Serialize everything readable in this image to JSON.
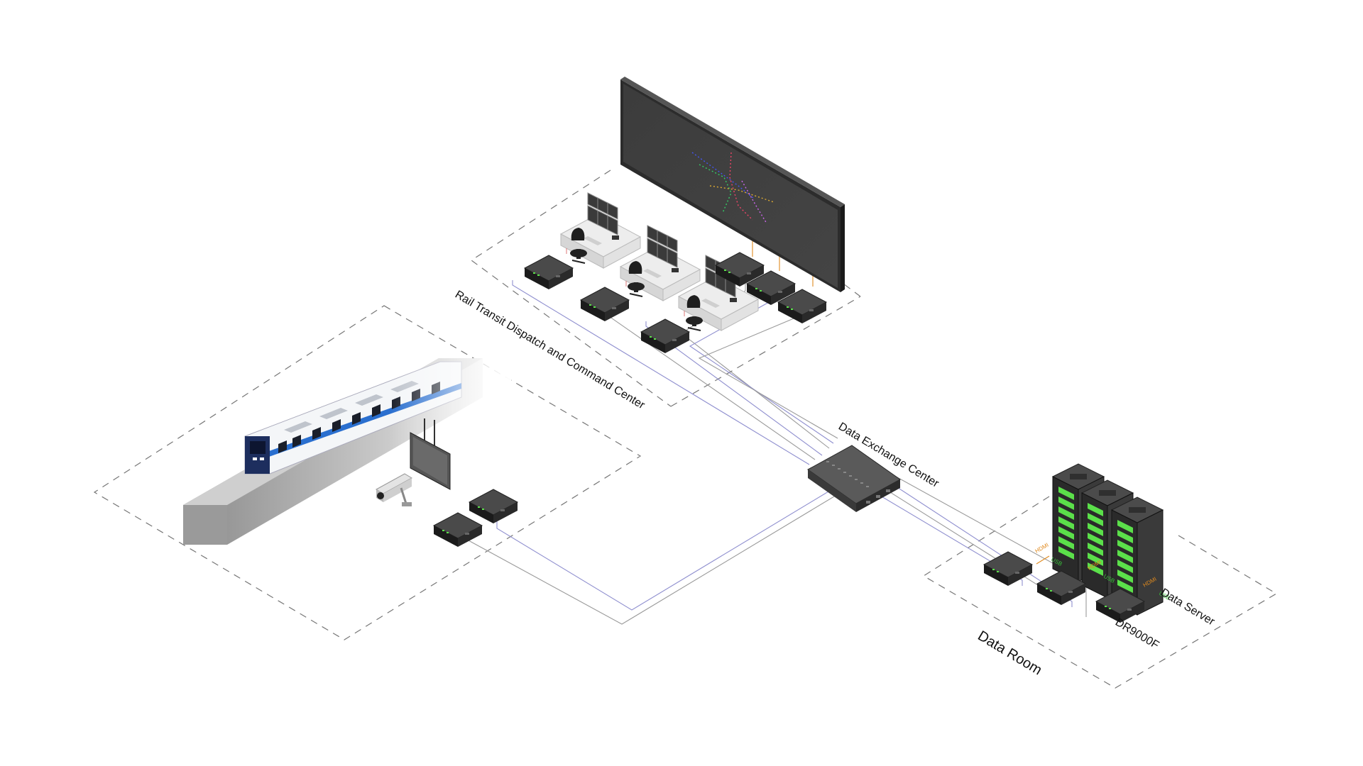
{
  "labels": {
    "dispatch_center": "Rail Transit Dispatch and Command Center",
    "data_exchange": "Data Exchange Center",
    "data_server": "Data Server",
    "device_model": "DR9000F",
    "data_room": "Data Room"
  },
  "port_labels": {
    "hdmi": "HDMI",
    "usb": "USB"
  },
  "colors": {
    "line_blue": "#8f8fcf",
    "line_grey": "#9a9a9a",
    "hdmi_orange": "#e08a1e",
    "usb_green": "#39c23a",
    "server_led_green": "#5be04a",
    "train_stripe_blue": "#2a6fcf"
  }
}
